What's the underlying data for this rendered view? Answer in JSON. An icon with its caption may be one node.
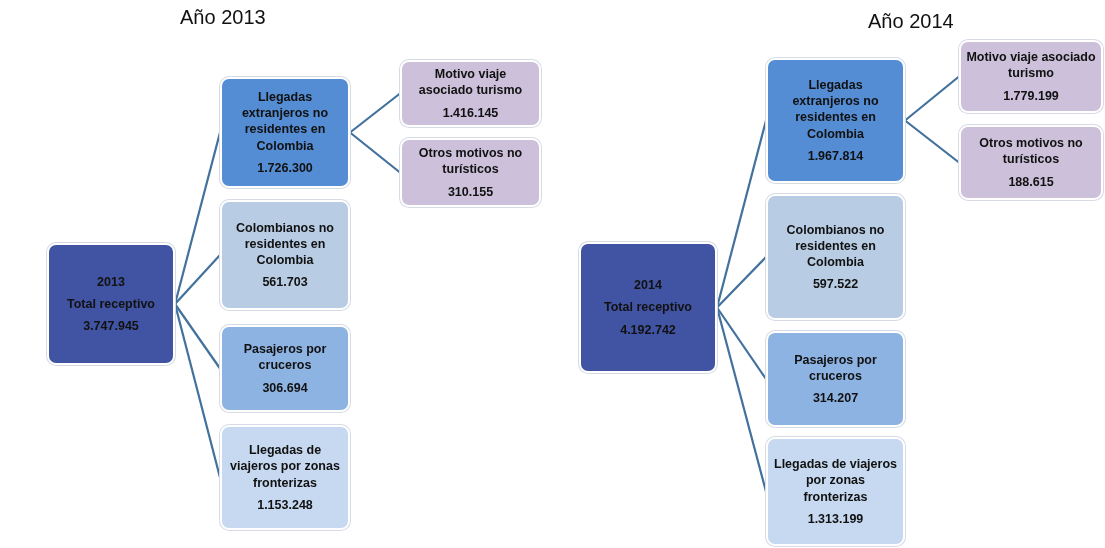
{
  "diagram": {
    "nodes": [
      {
        "text": [
          "2013",
          "Total receptivo",
          "3.747.945"
        ]
      },
      {
        "text": [
          "Llegadas extranjeros no residentes en Colombia",
          "1.726.300"
        ]
      },
      {
        "text": [
          "Colombianos no residentes en Colombia",
          "561.703"
        ]
      },
      {
        "text": [
          "Pasajeros por cruceros",
          "306.694"
        ]
      },
      {
        "text": [
          "Llegadas de viajeros por zonas fronterizas",
          "1.153.248"
        ]
      },
      {
        "text": [
          "Motivo viaje asociado turismo",
          "1.416.145"
        ]
      },
      {
        "text": [
          "Otros motivos no turísticos",
          "310.155"
        ]
      },
      {
        "text": [
          "2014",
          "Total receptivo",
          "4.192.742"
        ]
      },
      {
        "text": [
          "Llegadas extranjeros no residentes en Colombia",
          "1.967.814"
        ]
      },
      {
        "text": [
          "Colombianos no residentes en Colombia",
          "597.522"
        ]
      },
      {
        "text": [
          "Pasajeros por cruceros",
          "314.207"
        ]
      },
      {
        "text": [
          "Llegadas de viajeros por zonas fronterizas",
          "1.313.199"
        ]
      },
      {
        "text": [
          "Motivo viaje asociado turismo",
          "1.779.199"
        ]
      },
      {
        "text": [
          "Otros motivos no turísticos",
          "188.615"
        ]
      }
    ],
    "edges": [
      {
        "from": 0,
        "to": 1,
        "arrow": "none"
      },
      {
        "from": 0,
        "to": 2,
        "arrow": "none"
      },
      {
        "from": 0,
        "to": 3,
        "arrow": "none"
      },
      {
        "from": 0,
        "to": 4,
        "arrow": "none"
      },
      {
        "from": 1,
        "to": 5,
        "arrow": "none"
      },
      {
        "from": 1,
        "to": 6,
        "arrow": "none"
      },
      {
        "from": 7,
        "to": 8,
        "arrow": "none"
      },
      {
        "from": 7,
        "to": 9,
        "arrow": "none"
      },
      {
        "from": 7,
        "to": 10,
        "arrow": "none"
      },
      {
        "from": 7,
        "to": 11,
        "arrow": "none"
      },
      {
        "from": 8,
        "to": 12,
        "arrow": "none"
      },
      {
        "from": 8,
        "to": 13,
        "arrow": "none"
      }
    ],
    "labels": [
      "Año 2013",
      "Año 2014"
    ]
  }
}
